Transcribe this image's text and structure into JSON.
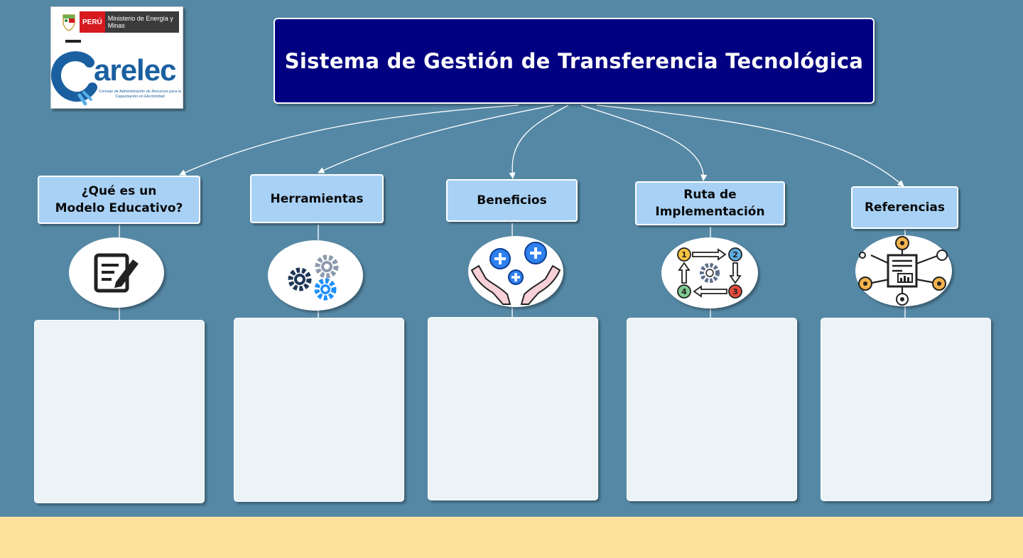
{
  "logo": {
    "country": "PERÚ",
    "ministry": "Ministerio de Energía y Minas",
    "brand": "arelec",
    "brand_subtitle": "Consejo de Administración de Recursos para la Capacitación en Electricidad"
  },
  "title": "Sistema de Gestión de Transferencia Tecnológica",
  "categories": [
    {
      "label_line1": "¿Qué es un",
      "label_line2": "Modelo Educativo?",
      "icon": "edit-document-icon",
      "content": ""
    },
    {
      "label_line1": "Herramientas",
      "label_line2": "",
      "icon": "gears-icon",
      "content": ""
    },
    {
      "label_line1": "Beneficios",
      "label_line2": "",
      "icon": "hands-plus-icon",
      "content": ""
    },
    {
      "label_line1": "Ruta de",
      "label_line2": "Implementación",
      "icon": "process-cycle-icon",
      "content": ""
    },
    {
      "label_line1": "Referencias",
      "label_line2": "",
      "icon": "document-network-icon",
      "content": ""
    }
  ],
  "colors": {
    "background": "#5588a5",
    "title_fill": "#000080",
    "label_fill": "#a8d1f5",
    "panel_fill": "#ebf3f6",
    "footer_band": "#fde19b"
  }
}
